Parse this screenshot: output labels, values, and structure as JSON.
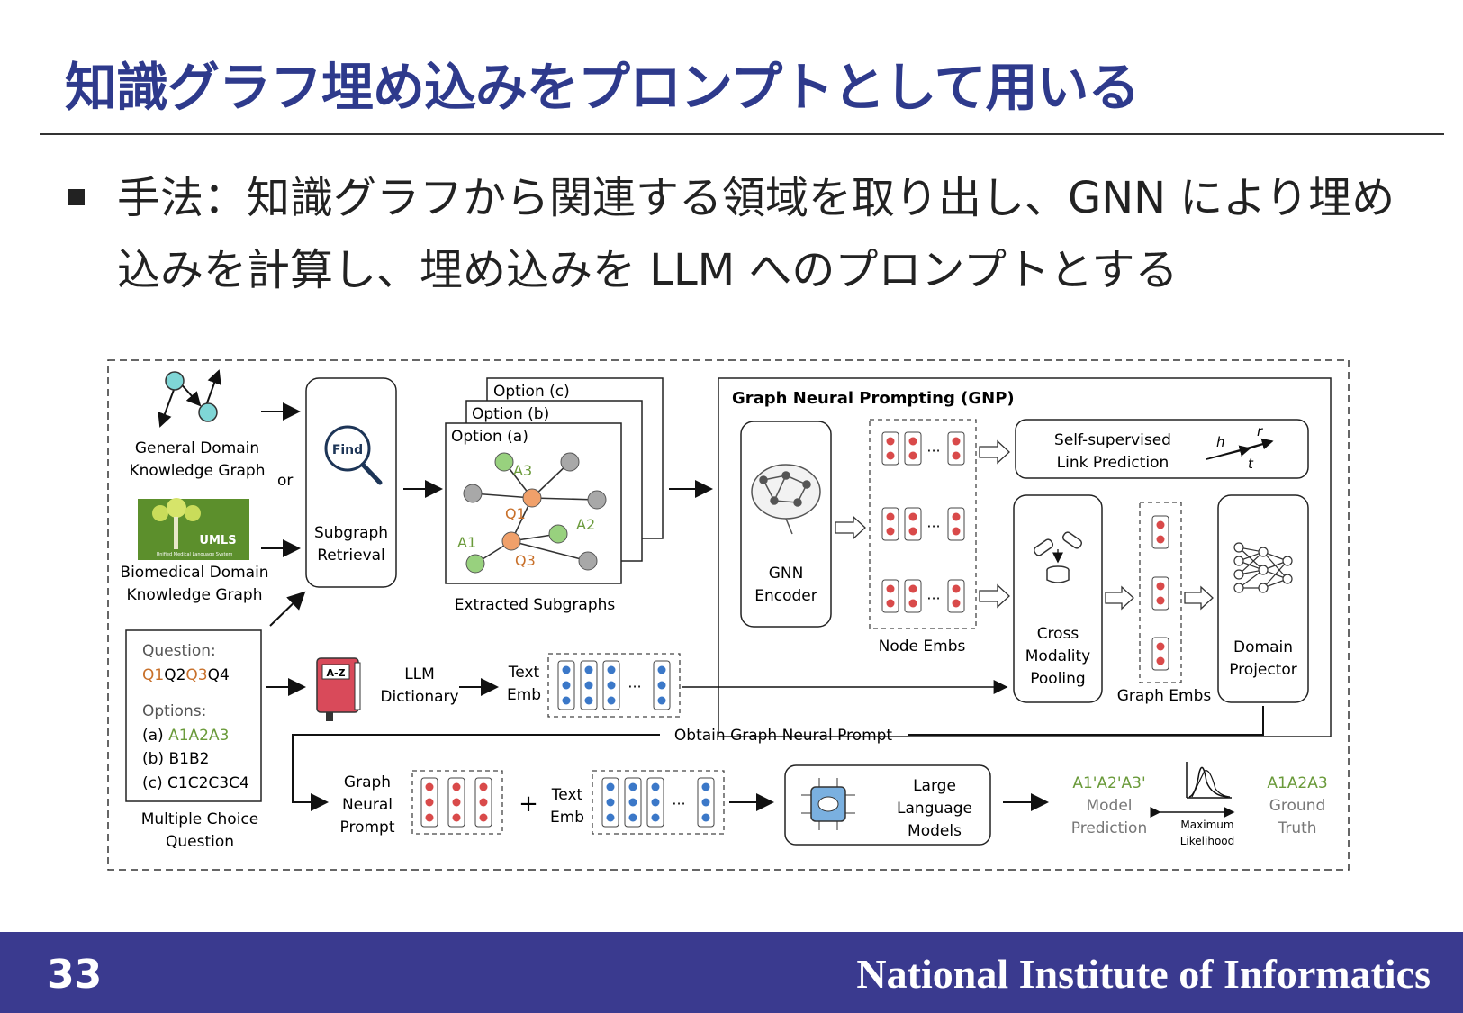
{
  "slide": {
    "title": "知識グラフ埋め込みをプロンプトとして用いる",
    "bullet": "手法：知識グラフから関連する領域を取り出し、GNN により埋め込みを計算し、埋め込みを LLM へのプロンプトとする",
    "page_number": "33",
    "footer_org": "National Institute of Informatics"
  },
  "diagram": {
    "general_kg_line1": "General Domain",
    "general_kg_line2": "Knowledge Graph",
    "or": "or",
    "umls_logo": "UMLS",
    "umls_sub": "Unified Medical Language System",
    "bio_kg_line1": "Biomedical Domain",
    "bio_kg_line2": "Knowledge Graph",
    "find": "Find",
    "subgraph_line1": "Subgraph",
    "subgraph_line2": "Retrieval",
    "option_c": "Option (c)",
    "option_b": "Option (b)",
    "option_a": "Option (a)",
    "node_a3": "A3",
    "node_q1": "Q1",
    "node_a2": "A2",
    "node_a1": "A1",
    "node_q3": "Q3",
    "extracted": "Extracted Subgraphs",
    "gnp_title": "Graph Neural Prompting (GNP)",
    "gnn_line1": "GNN",
    "gnn_line2": "Encoder",
    "ellipsis": "···",
    "node_embs": "Node Embs",
    "ssl_line1": "Self-supervised",
    "ssl_line2": "Link Prediction",
    "h": "h",
    "r": "r",
    "t": "t",
    "cmp_line1": "Cross",
    "cmp_line2": "Modality",
    "cmp_line3": "Pooling",
    "graph_embs": "Graph Embs",
    "dp_line1": "Domain",
    "dp_line2": "Projector",
    "question_label": "Question:",
    "q_q1": "Q1",
    "q_q2": "Q2",
    "q_q3": "Q3",
    "q_q4": "Q4",
    "options_label": "Options:",
    "opt_a_prefix": "(a) ",
    "opt_a_value": "A1A2A3",
    "opt_b": "(b) B1B2",
    "opt_c": "(c) C1C2C3C4",
    "mcq_line1": "Multiple Choice",
    "mcq_line2": "Question",
    "az": "A-Z",
    "dict_line1": "LLM",
    "dict_line2": "Dictionary",
    "text1": "Text",
    "emb1": "Emb",
    "obtain": "Obtain Graph Neural Prompt",
    "gp_line1": "Graph",
    "gp_line2": "Neural",
    "gp_line3": "Prompt",
    "plus": "+",
    "text2": "Text",
    "emb2": "Emb",
    "llm_line1": "Large",
    "llm_line2": "Language",
    "llm_line3": "Models",
    "pred_value": "A1'A2'A3'",
    "pred_line1": "Model",
    "pred_line2": "Prediction",
    "ml_line1": "Maximum",
    "ml_line2": "Likelihood",
    "gt_value": "A1A2A3",
    "gt_line1": "Ground",
    "gt_line2": "Truth"
  },
  "colors": {
    "title": "#2e3a8c",
    "footer": "#3a3a8f",
    "green": "#6a9a3a",
    "orange": "#c8702a",
    "node_green": "#98d17e",
    "node_orange": "#f0a06a",
    "node_gray": "#a8a8a8",
    "red_dot": "#d94a4a",
    "blue_dot": "#3b78c8",
    "cyan_node": "#7fd6d6"
  }
}
